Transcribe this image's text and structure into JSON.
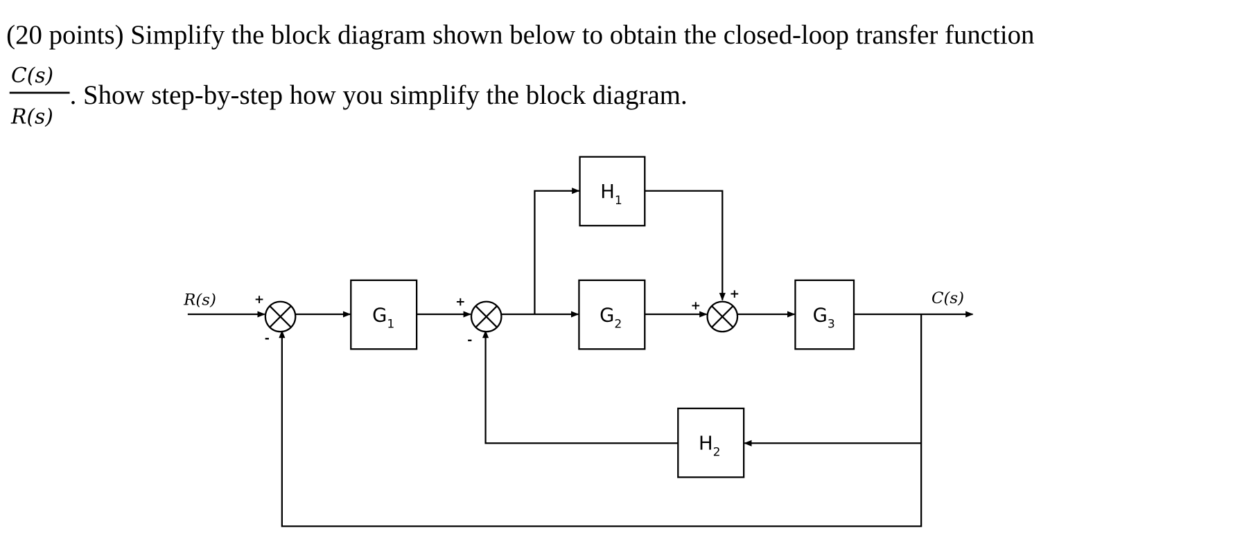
{
  "question": {
    "line1": "(20 points) Simplify the block diagram shown below to obtain the closed-loop transfer function",
    "fraction_numerator": "C(s)",
    "fraction_denominator": "R(s)",
    "line2": ". Show step-by-step how you simplify the block diagram."
  },
  "diagram": {
    "input_label": "R(s)",
    "output_label": "C(s)",
    "blocks": {
      "G1": {
        "name": "G",
        "sub": "1"
      },
      "G2": {
        "name": "G",
        "sub": "2"
      },
      "G3": {
        "name": "G",
        "sub": "3"
      },
      "H1": {
        "name": "H",
        "sub": "1"
      },
      "H2": {
        "name": "H",
        "sub": "2"
      }
    },
    "signs": {
      "sum1_in": "+",
      "sum1_fb": "-",
      "sum2_in": "+",
      "sum2_fb": "-",
      "sum3_in": "+",
      "sum3_top": "+"
    }
  }
}
